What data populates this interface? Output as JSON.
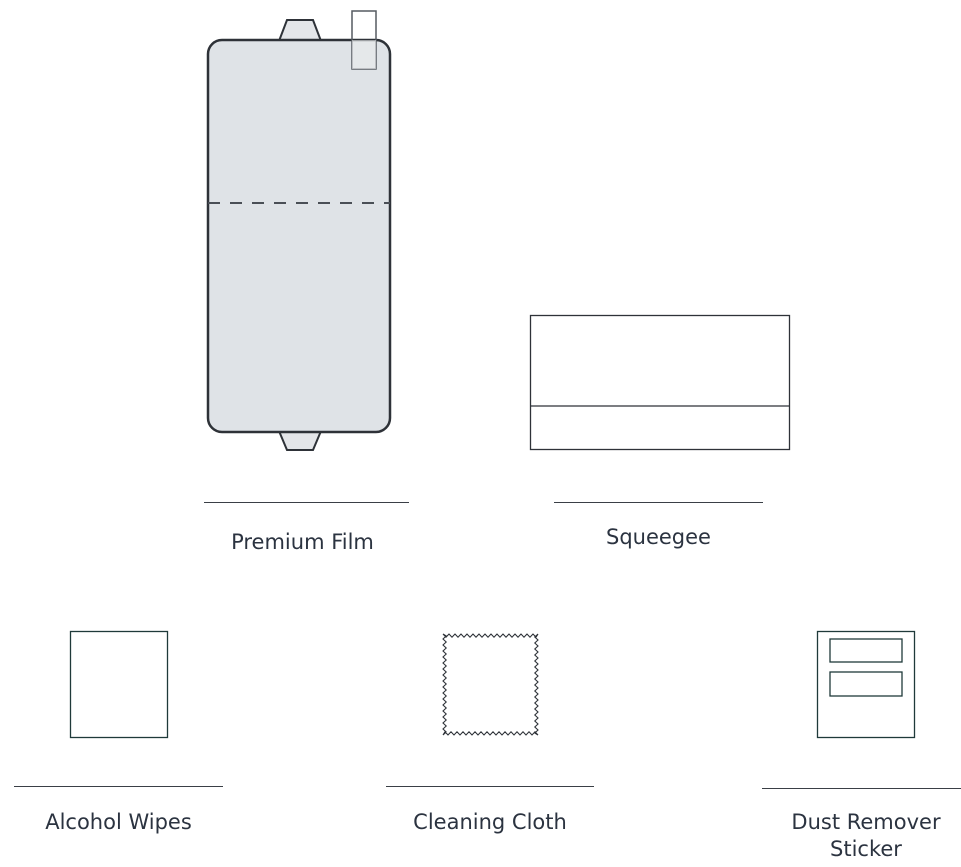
{
  "items": {
    "premium_film": {
      "label": "Premium Film"
    },
    "squeegee": {
      "label": "Squeegee"
    },
    "alcohol_wipes": {
      "label": "Alcohol Wipes"
    },
    "cleaning_cloth": {
      "label": "Cleaning Cloth"
    },
    "dust_remover_sticker": {
      "label": "Dust Remover Sticker"
    }
  },
  "colors": {
    "film_fill": "#dfe3e7",
    "outline": "#2e3238",
    "tab_fill": "#e6e8ea",
    "teal_outline": "#1f3a3a"
  }
}
